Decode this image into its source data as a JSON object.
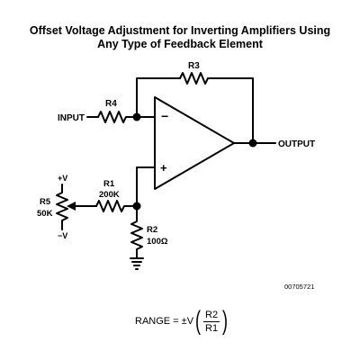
{
  "title": {
    "line1": "Offset Voltage Adjustment for Inverting Amplifiers Using",
    "line2": "Any Type of Feedback Element"
  },
  "labels": {
    "r3": "R3",
    "r4": "R4",
    "input": "INPUT",
    "output": "OUTPUT",
    "minus": "−",
    "plus": "+",
    "pos_v": "+V",
    "neg_v": "−V",
    "r5_name": "R5",
    "r5_value": "50K",
    "r1_name": "R1",
    "r1_value": "200K",
    "r2_name": "R2",
    "r2_value": "100Ω"
  },
  "figure_id": "00705721",
  "formula": {
    "lhs": "RANGE = ±V",
    "numerator": "R2",
    "denominator": "R1"
  }
}
